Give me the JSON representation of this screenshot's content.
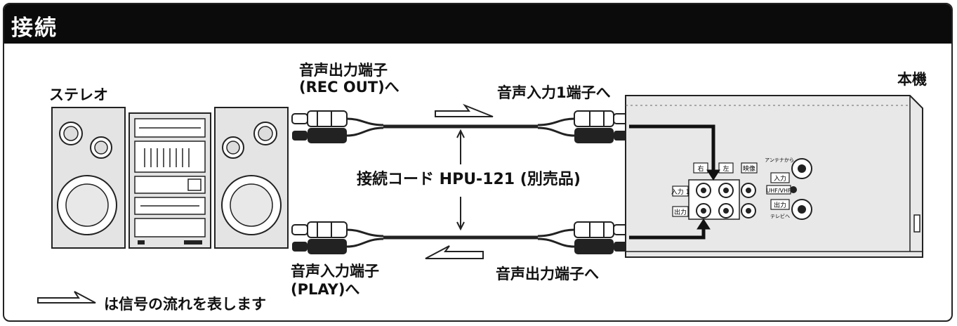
{
  "title": "接続",
  "labels": {
    "stereo": "ステレオ",
    "unit": "本機",
    "audio_out_terminal": "音声出力端子",
    "rec_out": "(REC OUT)へ",
    "audio_in1_to": "音声入力1端子へ",
    "cord": "接続コード HPU-121 (別売品)",
    "audio_in_terminal": "音声入力端子",
    "play": "(PLAY)へ",
    "audio_out_to": "音声出力端子へ",
    "legend": "は信号の流れを表します"
  },
  "panel_labels": {
    "left_small": "左",
    "right_small": "右",
    "video": "映像",
    "antenna": "アンテナから",
    "input": "入力",
    "uhf_vhf": "UHF/VHF",
    "input1": "入力 1",
    "output": "出力",
    "output2": "出力",
    "to_tv": "テレビへ"
  }
}
